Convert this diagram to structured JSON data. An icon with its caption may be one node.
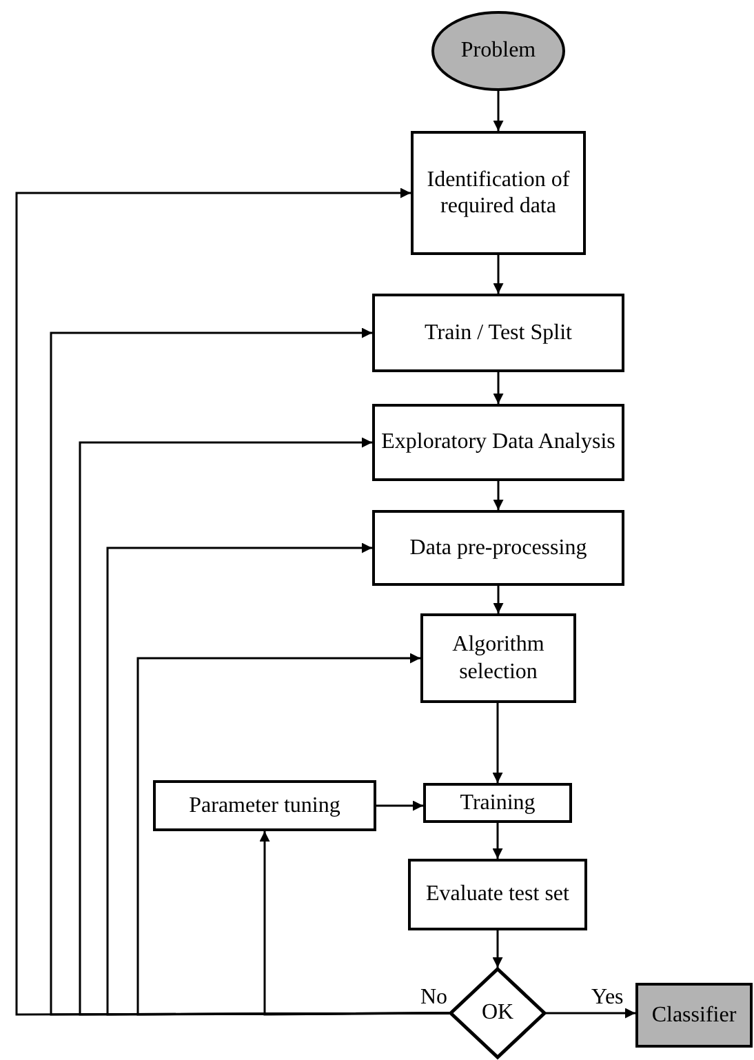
{
  "diagram": {
    "nodes": [
      {
        "text": [
          "Problem"
        ]
      },
      {
        "text": [
          "Identification of required data"
        ]
      },
      {
        "text": [
          "Train / Test Split"
        ]
      },
      {
        "text": [
          "Exploratory Data Analysis"
        ]
      },
      {
        "text": [
          "Data pre-processing"
        ]
      },
      {
        "text": [
          "Algorithm selection"
        ]
      },
      {
        "text": [
          "Parameter tuning"
        ]
      },
      {
        "text": [
          "Training"
        ]
      },
      {
        "text": [
          "Evaluate test set"
        ]
      },
      {
        "text": [
          "OK"
        ]
      },
      {
        "text": [
          "Classifier"
        ]
      }
    ],
    "edges": [
      {
        "from": 0,
        "to": 1,
        "arrow": "to"
      },
      {
        "from": 1,
        "to": 2,
        "arrow": "to"
      },
      {
        "from": 2,
        "to": 3,
        "arrow": "to"
      },
      {
        "from": 3,
        "to": 4,
        "arrow": "to"
      },
      {
        "from": 4,
        "to": 5,
        "arrow": "to"
      },
      {
        "from": 5,
        "to": 7,
        "arrow": "to"
      },
      {
        "from": 6,
        "to": 7,
        "arrow": "to"
      },
      {
        "from": 7,
        "to": 8,
        "arrow": "to"
      },
      {
        "from": 8,
        "to": 9,
        "arrow": "to"
      },
      {
        "from": 9,
        "to": 10,
        "label": "Yes",
        "arrow": "to"
      },
      {
        "from": 9,
        "to": 6,
        "label": "No",
        "arrow": "to"
      },
      {
        "from": 9,
        "to": 5,
        "arrow": "to"
      },
      {
        "from": 9,
        "to": 4,
        "arrow": "to"
      },
      {
        "from": 9,
        "to": 3,
        "arrow": "to"
      },
      {
        "from": 9,
        "to": 2,
        "arrow": "to"
      },
      {
        "from": 9,
        "to": 1,
        "arrow": "to"
      }
    ]
  }
}
